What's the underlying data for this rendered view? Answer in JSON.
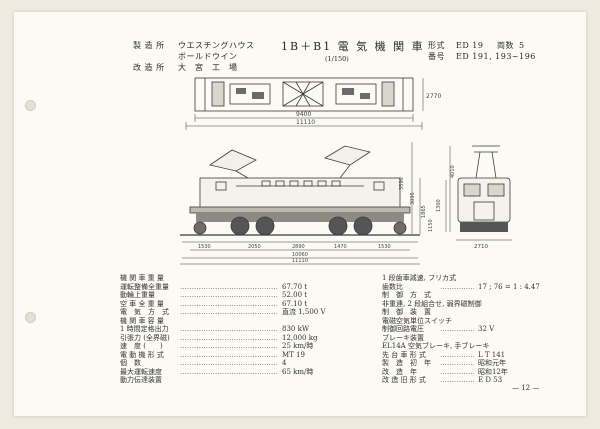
{
  "header": {
    "maker_label": "製 造 所",
    "maker_value": "ウエスチングハウス",
    "maker_value2": "ボールドウイン",
    "rebuilder_label": "改 造 所",
    "rebuilder_value": "大　宮　工　場",
    "title": "1B＋B1 電 気 機 関 車",
    "scale": "(1/150)",
    "type_label": "形式",
    "type_value": "ED 19",
    "count_label": "両数",
    "count_value": "5",
    "number_label": "番号",
    "number_value": "ED 191, 193~196"
  },
  "drawing_dims": {
    "plan_length": "9400",
    "plan_width": "11110",
    "plan_height": "2770",
    "side_height1": "3590",
    "side_height2": "3095",
    "side_height3": "1865",
    "side_height4": "1150",
    "side_height5": "1300",
    "bogie_a": "1530",
    "bogie_b": "2050",
    "bogie_c": "2890",
    "bogie_d": "1470",
    "bogie_e": "1530",
    "overall_wheelbase": "10060",
    "overall_length": "11110",
    "end_height": "4010",
    "end_width": "2710"
  },
  "specs_left": [
    {
      "label": "機 関 車 重 量",
      "value": ""
    },
    {
      "label": "運転整備全重量",
      "value": "67.70 t"
    },
    {
      "label": "動輪上重量",
      "value": "52.00 t"
    },
    {
      "label": "空 車 全 重 量",
      "value": "67.10 t"
    },
    {
      "label": "電　気　方　式",
      "value": "直流 1,500 V"
    },
    {
      "label": "機 関 車 容 量",
      "value": ""
    },
    {
      "label": "1 時間定格出力",
      "value": "830 kW"
    },
    {
      "label": "引張力 (全界磁)",
      "value": "12,000 kg"
    },
    {
      "label": "速　度 (　　)",
      "value": "25 km/時"
    },
    {
      "label": "電 動 機 形 式",
      "value": "MT 19"
    },
    {
      "label": "個　数",
      "value": "4"
    },
    {
      "label": "最大運転速度",
      "value": "65 km/時"
    },
    {
      "label": "動力伝達装置",
      "value": ""
    }
  ],
  "specs_right": [
    {
      "label": "1 段歯車減速, フリカ式",
      "value": ""
    },
    {
      "label": "歯数比",
      "value": "17 ; 76 = 1 : 4.47"
    },
    {
      "label": "制　御　方　式",
      "value": ""
    },
    {
      "label": "非重連, 2 段組合せ, 弱界磁制御",
      "value": ""
    },
    {
      "label": "制　御　装　置",
      "value": ""
    },
    {
      "label": "電磁空気単位スイッチ",
      "value": ""
    },
    {
      "label": "制御回路電圧",
      "value": "32 V"
    },
    {
      "label": "ブレーキ装置",
      "value": ""
    },
    {
      "label": "EL14A 空気ブレーキ, 手ブレーキ",
      "value": ""
    },
    {
      "label": "先 台 車 形 式",
      "value": "L T 141"
    },
    {
      "label": "製　造　初　年",
      "value": "昭和元年"
    },
    {
      "label": "改　造　年",
      "value": "昭和12年"
    },
    {
      "label": "改 造 旧 形 式",
      "value": "E D 53"
    }
  ],
  "page_number": "— 12 —"
}
